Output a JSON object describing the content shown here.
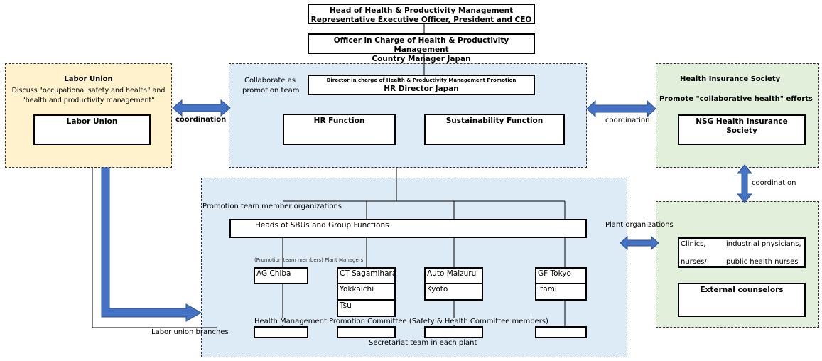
{
  "head": {
    "line1": "Head of Health & Productivity Management",
    "line2": "Representative Executive Officer, President and CEO"
  },
  "officer": {
    "line1": "Officer in Charge of Health & Productivity Management",
    "line2": "Country Manager Japan"
  },
  "promotion_team": {
    "label_line1": "Collaborate as",
    "label_line2": "promotion team",
    "director_line1": "Director in charge of Health & Productivity  Management Promotion",
    "director_line2": "HR Director Japan",
    "hr": "HR Function",
    "sustainability": "Sustainability Function"
  },
  "labor_union": {
    "title": "Labor Union",
    "desc_line1": "Discuss \"occupational safety and health\" and",
    "desc_line2": "\"health and productivity management\"",
    "box": "Labor Union",
    "coordination": "coordination",
    "branches": "Labor union branches"
  },
  "health_insurance": {
    "title": "Health Insurance Society",
    "subtitle": "Promote \"collaborative health\" efforts",
    "box": "NSG  Health Insurance Society",
    "coordination": "coordination",
    "coordination2": "coordination"
  },
  "plant_side": {
    "label": "Plant organizations",
    "clinics": "Clinics,",
    "physicians": "industrial physicians,",
    "nurses": "nurses/",
    "public_nurses": "public health nurses",
    "counselors": "External counselors"
  },
  "members": {
    "label": "Promotion team member organizations",
    "heads": "Heads of SBUs and Group Functions",
    "plant_managers": "(Promotion team members) Plant Managers",
    "plants": [
      [
        "AG Chiba"
      ],
      [
        "CT Sagamihara",
        "Yokkaichi",
        "Tsu"
      ],
      [
        "Auto Maizuru",
        "Kyoto"
      ],
      [
        "GF Tokyo",
        "Itami"
      ]
    ],
    "committee": "Health Management Promotion Committee (Safety & Health Committee members)",
    "secretariat": "Secretariat team in each plant"
  },
  "colors": {
    "arrow": "#4472c4",
    "blue_region": "#ddebf7",
    "yellow_region": "#fff2cc",
    "green_region": "#e2efda"
  }
}
